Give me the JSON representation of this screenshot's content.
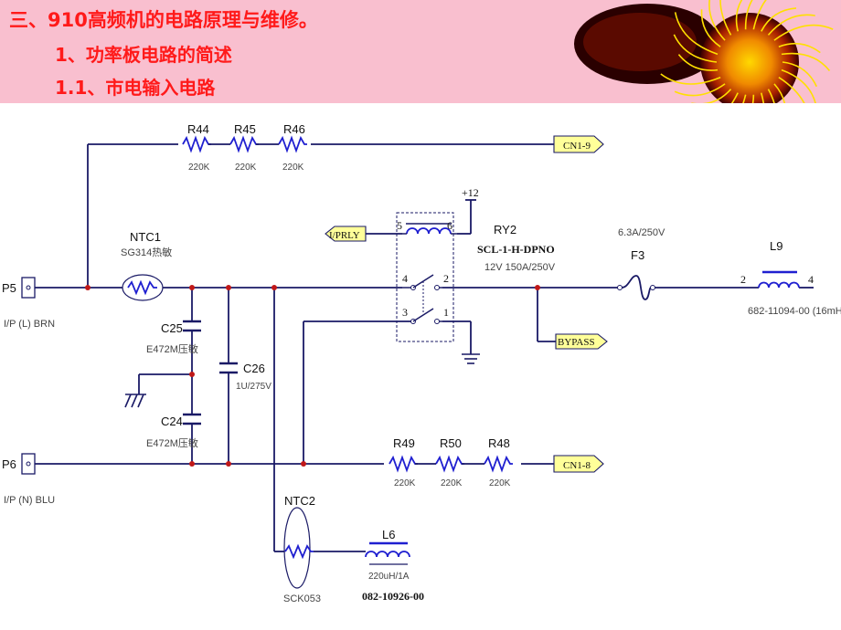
{
  "header": {
    "line1": "三、910高频机的电路原理与维修。",
    "line2": "1、功率板电路的简述",
    "line3": "1.1、市电输入电路"
  },
  "colors": {
    "header_bg": "#f9bfcf",
    "title_red": "#ff1a1a",
    "wire": "#1a1a66",
    "component_blue": "#1f1fd0",
    "junction": "#c01818",
    "flag_fill": "#ffff99"
  },
  "schematic": {
    "connectors": {
      "p5": {
        "name": "P5",
        "desc": "I/P (L) BRN"
      },
      "p6": {
        "name": "P6",
        "desc": "I/P (N) BLU"
      }
    },
    "resistors": {
      "r44": {
        "ref": "R44",
        "value": "220K"
      },
      "r45": {
        "ref": "R45",
        "value": "220K"
      },
      "r46": {
        "ref": "R46",
        "value": "220K"
      },
      "r49": {
        "ref": "R49",
        "value": "220K"
      },
      "r50": {
        "ref": "R50",
        "value": "220K"
      },
      "r48": {
        "ref": "R48",
        "value": "220K"
      }
    },
    "ntc1": {
      "ref": "NTC1",
      "value": "SG314热敏"
    },
    "ntc2": {
      "ref": "NTC2",
      "value": "SCK053"
    },
    "c25": {
      "ref": "C25",
      "value": "E472M压敏"
    },
    "c24": {
      "ref": "C24",
      "value": "E472M压敏"
    },
    "c26": {
      "ref": "C26",
      "value": "1U/275V"
    },
    "relay": {
      "ref": "RY2",
      "part": "SCL-1-H-DPNO",
      "rating": "12V 150A/250V",
      "supply": "+12",
      "pins": {
        "p5": "5",
        "p6": "6",
        "p4": "4",
        "p2": "2",
        "p3": "3",
        "p1": "1"
      }
    },
    "fuse": {
      "ref": "F3",
      "rating": "6.3A/250V"
    },
    "l9": {
      "ref": "L9",
      "part": "682-11094-00 (16mH",
      "pin_left": "2",
      "pin_right": "4"
    },
    "l6": {
      "ref": "L6",
      "value": "220uH/1A",
      "part": "082-10926-00"
    },
    "flags": {
      "cn19": "CN1-9",
      "cn18": "CN1-8",
      "iprly": "I/PRLY",
      "bypass": "BYPASS"
    }
  }
}
